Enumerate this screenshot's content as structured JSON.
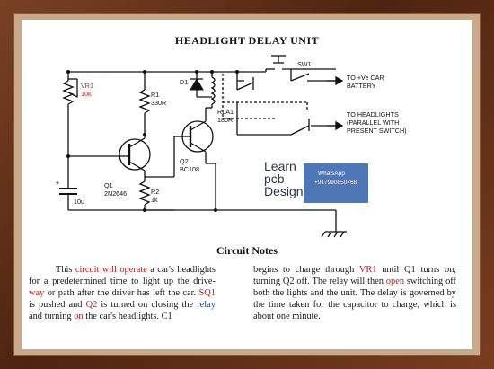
{
  "page": {
    "title": "HEADLIGHT DELAY UNIT",
    "notes_title": "Circuit Notes"
  },
  "components": {
    "vr1": "VR1",
    "vr1_val": "10k",
    "r1": "R1",
    "r1_val": "330R",
    "d1": "D1",
    "rla1": "RLA1",
    "rla1_val": "180R",
    "q1": "Q1",
    "q1_val": "2N2646",
    "q2": "Q2",
    "q2_val": "BC108",
    "r2": "R2",
    "r2_val": "1k",
    "c1_plus": "+",
    "c1_val": "10u",
    "sw1": "SW1"
  },
  "connections": {
    "battery_1": "TO +Ve CAR",
    "battery_2": "BATTERY",
    "head_1": "TO HEADLIGHTS",
    "head_2": "(PARALLEL WITH",
    "head_3": "PRESENT SWITCH)"
  },
  "watermark": {
    "l1": "Learn",
    "l2": "pcb",
    "l3": "Design",
    "whatsapp": "WhatsApp",
    "phone": "+917990850768"
  },
  "notes": {
    "c1_a": "This ",
    "c1_b": "circuit will operate",
    "c1_c": " a car's headlights for a predetermined time to light up the drive-",
    "c1_d": "way",
    "c1_e": " or path after the driver has left the car. ",
    "c1_f": "SQ1",
    "c1_g": " is pushed and ",
    "c1_h": "Q2",
    "c1_i": " is turned on closing the ",
    "c1_j": "relay",
    "c1_k": " and turning ",
    "c1_l": "on",
    "c1_m": " the car's headlights. C1",
    "c2_a": "begins to charge through ",
    "c2_b": "VR1",
    "c2_c": " until Q1 turns on, turning Q2 off. The relay will then ",
    "c2_d": "open",
    "c2_e": " switching off both the lights and the unit. The delay is governed by the time taken for the capacitor to charge, which is about one minute."
  },
  "colors": {
    "frame": "#5a2e18",
    "paper": "#ffffff",
    "ink": "#111111",
    "highlight_red": "#b51f1f",
    "highlight_blue": "#1f4fa0"
  }
}
